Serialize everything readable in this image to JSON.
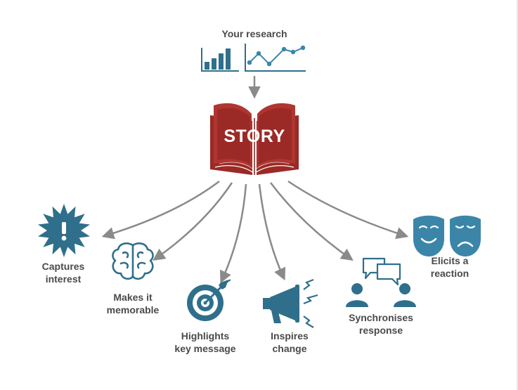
{
  "header": {
    "research_label": "Your research"
  },
  "story": {
    "title": "STORY"
  },
  "colors": {
    "teal": "#2f6f8c",
    "teal_light": "#3b86a8",
    "book_red": "#9b2a26",
    "arrow_gray": "#8a8a8a",
    "text": "#4a4a4a"
  },
  "icons": {
    "research": [
      "bar-chart-icon",
      "line-chart-icon"
    ],
    "story": "open-book-icon",
    "outcomes": [
      "starburst-exclamation-icon",
      "brain-icon",
      "target-icon",
      "megaphone-icon",
      "conversation-icon",
      "theatre-masks-icon"
    ]
  },
  "outcomes": [
    {
      "line1": "Captures",
      "line2": "interest"
    },
    {
      "line1": "Makes it",
      "line2": "memorable"
    },
    {
      "line1": "Highlights",
      "line2": "key message"
    },
    {
      "line1": "Inspires",
      "line2": "change"
    },
    {
      "line1": "Synchronises",
      "line2": "response"
    },
    {
      "line1": "Elicits a",
      "line2": "reaction"
    }
  ]
}
